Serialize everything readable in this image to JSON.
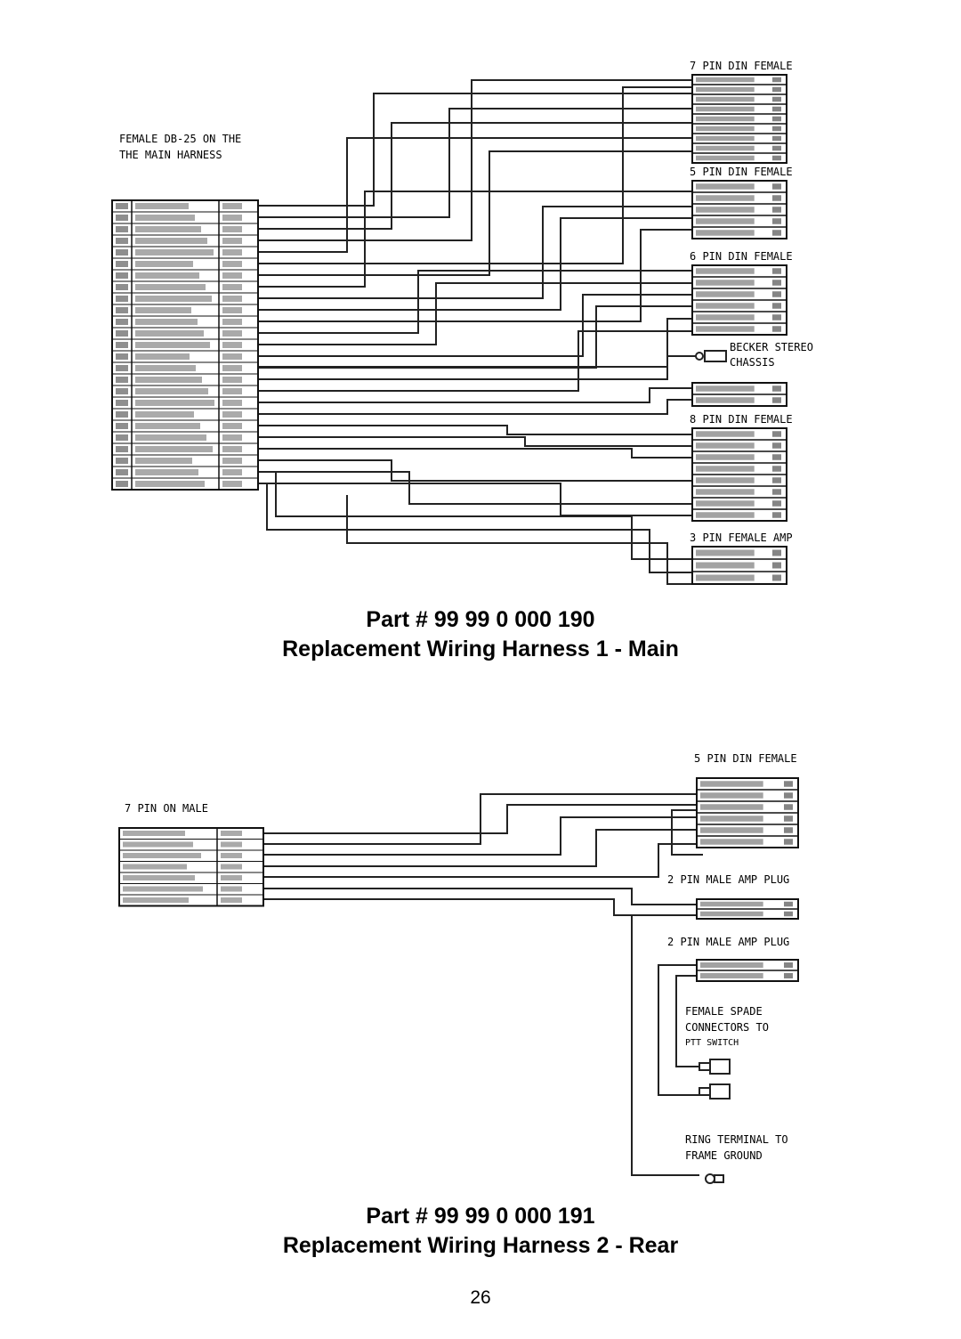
{
  "diagram_main": {
    "title_lines": [
      "FEMALE DB-25 ON THE",
      "THE MAIN HARNESS"
    ],
    "connectors": [
      "7 PIN DIN FEMALE",
      "5 PIN DIN FEMALE",
      "6 PIN DIN FEMALE",
      "BECKER STEREO",
      "CHASSIS",
      "8 PIN DIN FEMALE",
      "3 PIN FEMALE AMP"
    ]
  },
  "diagram_rear": {
    "title": "7 PIN ON MALE",
    "connectors": [
      "5 PIN DIN FEMALE",
      "2 PIN MALE AMP PLUG",
      "2 PIN MALE AMP PLUG"
    ],
    "notes": [
      "FEMALE SPADE",
      "CONNECTORS TO",
      "PTT SWITCH",
      "RING TERMINAL TO",
      "FRAME GROUND"
    ]
  },
  "caption_main": {
    "part": "Part # 99 99 0 000 190",
    "name": "Replacement Wiring Harness 1 - Main"
  },
  "caption_rear": {
    "part": "Part # 99 99 0 000 191",
    "name": "Replacement Wiring Harness 2 - Rear"
  },
  "page_number": "26"
}
